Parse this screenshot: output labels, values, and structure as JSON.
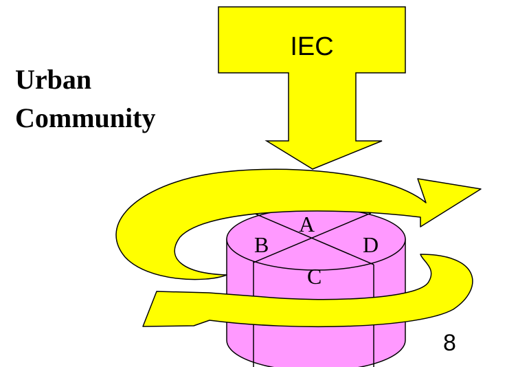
{
  "heading": {
    "line1": "Urban",
    "line2": "Community"
  },
  "arrow_label": "IEC",
  "segments": {
    "a": "A",
    "b": "B",
    "c": "C",
    "d": "D"
  },
  "page_number": "8",
  "colors": {
    "arrow_fill": "#ffff00",
    "cylinder_fill": "#ff99ff",
    "outline": "#000000",
    "background": "#ffffff"
  }
}
